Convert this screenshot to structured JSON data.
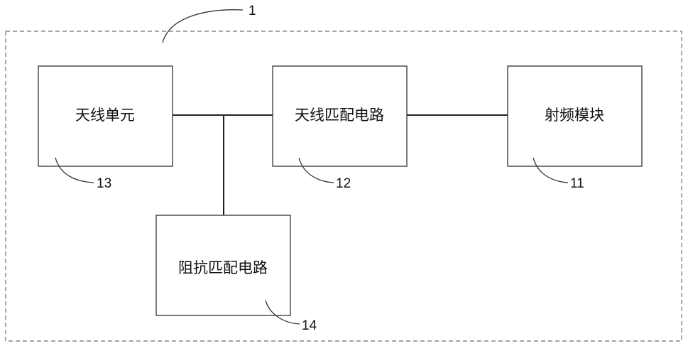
{
  "diagram": {
    "outer_ref": "1",
    "blocks": {
      "antenna_unit": {
        "label": "天线单元",
        "ref": "13"
      },
      "antenna_match": {
        "label": "天线匹配电路",
        "ref": "12"
      },
      "rf_module": {
        "label": "射频模块",
        "ref": "11"
      },
      "impedance_match": {
        "label": "阻抗匹配电路",
        "ref": "14"
      }
    }
  }
}
